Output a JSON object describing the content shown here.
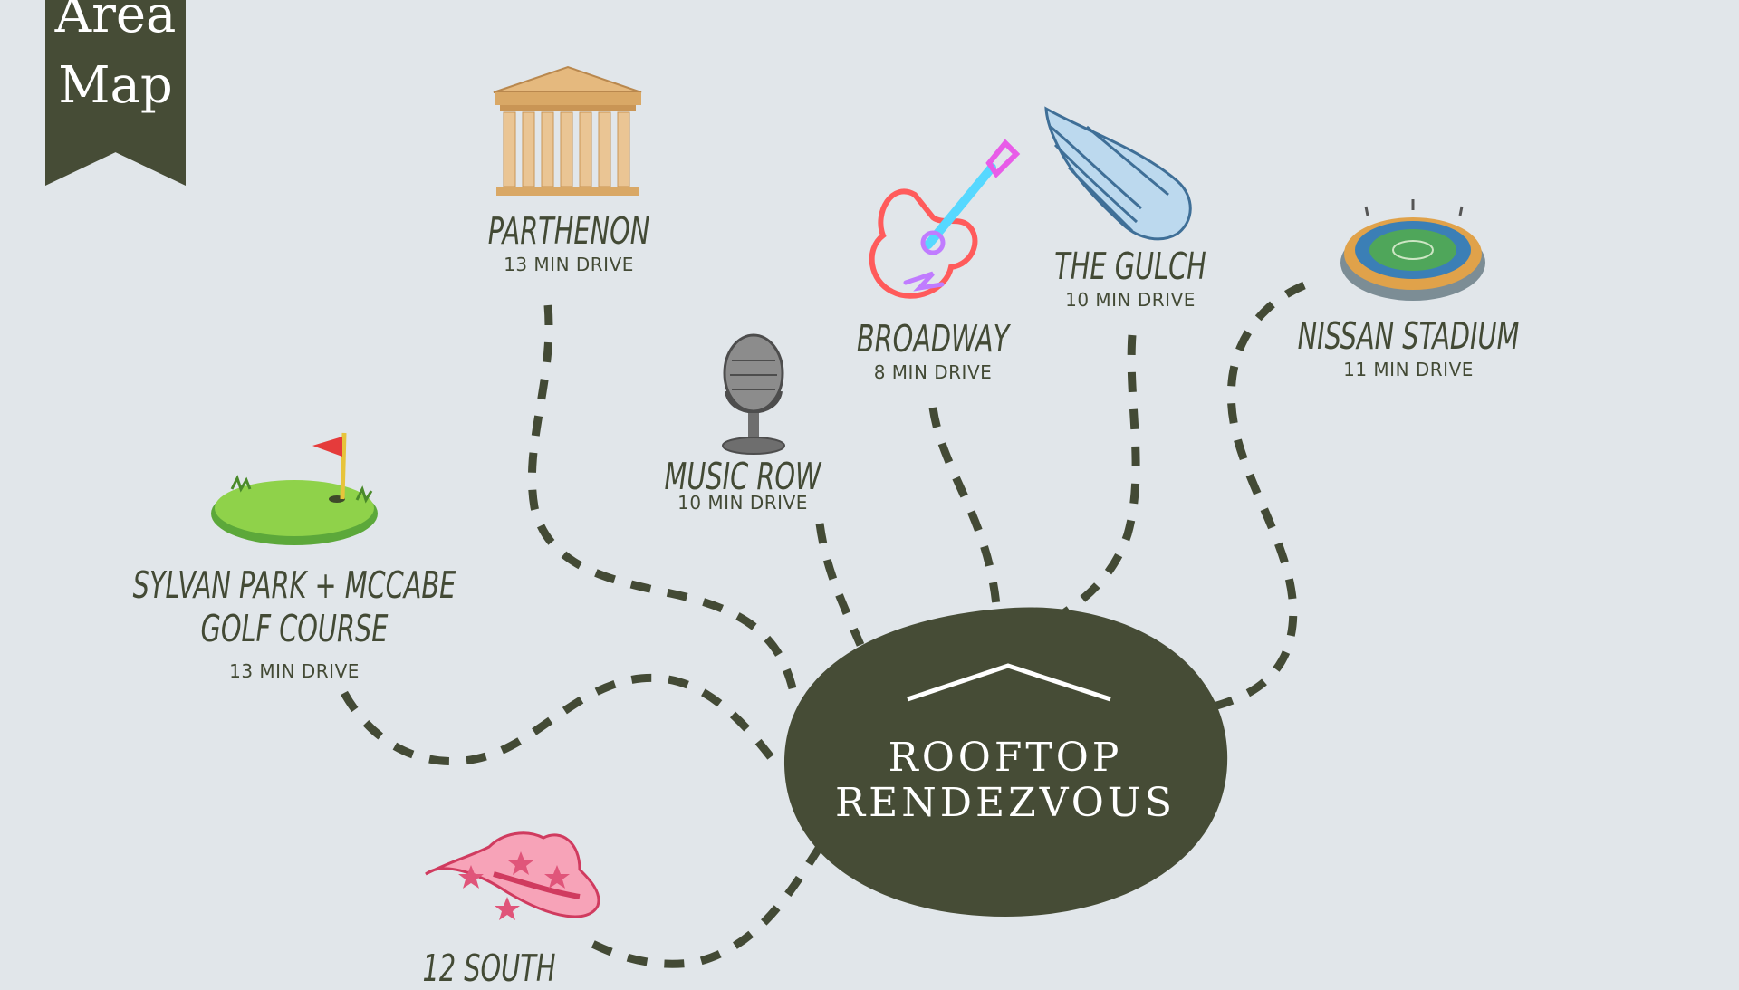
{
  "banner": {
    "line1": "Area",
    "line2": "Map"
  },
  "center": {
    "line1": "ROOFTOP",
    "line2": "RENDEZVOUS"
  },
  "places": [
    {
      "name": "PARTHENON",
      "drive": "13 MIN DRIVE",
      "icon": "parthenon-icon"
    },
    {
      "name": "MUSIC ROW",
      "drive": "10 MIN DRIVE",
      "icon": "microphone-icon"
    },
    {
      "name": "BROADWAY",
      "drive": "8 MIN DRIVE",
      "icon": "neon-guitar-icon"
    },
    {
      "name": "THE GULCH",
      "drive": "10 MIN DRIVE",
      "icon": "wing-icon"
    },
    {
      "name": "NISSAN STADIUM",
      "drive": "11 MIN DRIVE",
      "icon": "stadium-icon"
    },
    {
      "name_line1": "SYLVAN PARK + MCCABE",
      "name_line2": "GOLF COURSE",
      "drive": "13 MIN DRIVE",
      "icon": "golf-green-icon"
    },
    {
      "name": "12 SOUTH",
      "icon": "cowboy-hat-icon"
    }
  ],
  "colors": {
    "background": "#e1e6ea",
    "accent": "#464c36",
    "text": "#434a35"
  }
}
